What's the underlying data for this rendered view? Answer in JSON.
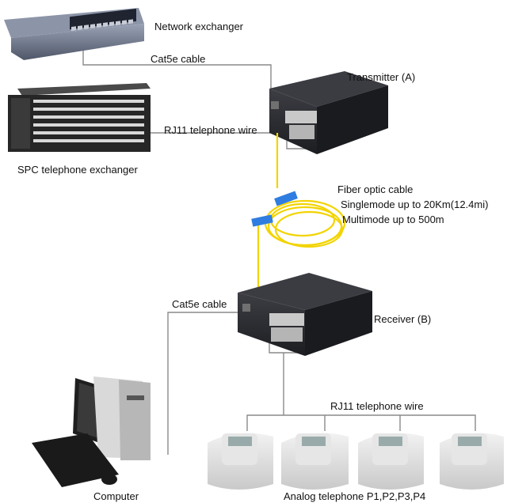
{
  "labels": {
    "network_exchanger": "Network exchanger",
    "cat5e_top": "Cat5e cable",
    "transmitter": "Transmitter (A)",
    "rj11_top": "RJ11 telephone wire",
    "spc_exchanger": "SPC telephone exchanger",
    "fiber_cable": "Fiber optic cable",
    "singlemode": "Singlemode up to 20Km(12.4mi)",
    "multimode": "Multimode up to 500m",
    "cat5e_bottom": "Cat5e cable",
    "receiver": "Receiver (B)",
    "rj11_bottom": "RJ11 telephone wire",
    "computer": "Computer",
    "analog_phones": "Analog telephone P1,P2,P3,P4"
  },
  "colors": {
    "device_body": "#2a2b2f",
    "fiber": "#f2d400",
    "connector": "#2f7de0",
    "wire": "#8a8a8a"
  }
}
